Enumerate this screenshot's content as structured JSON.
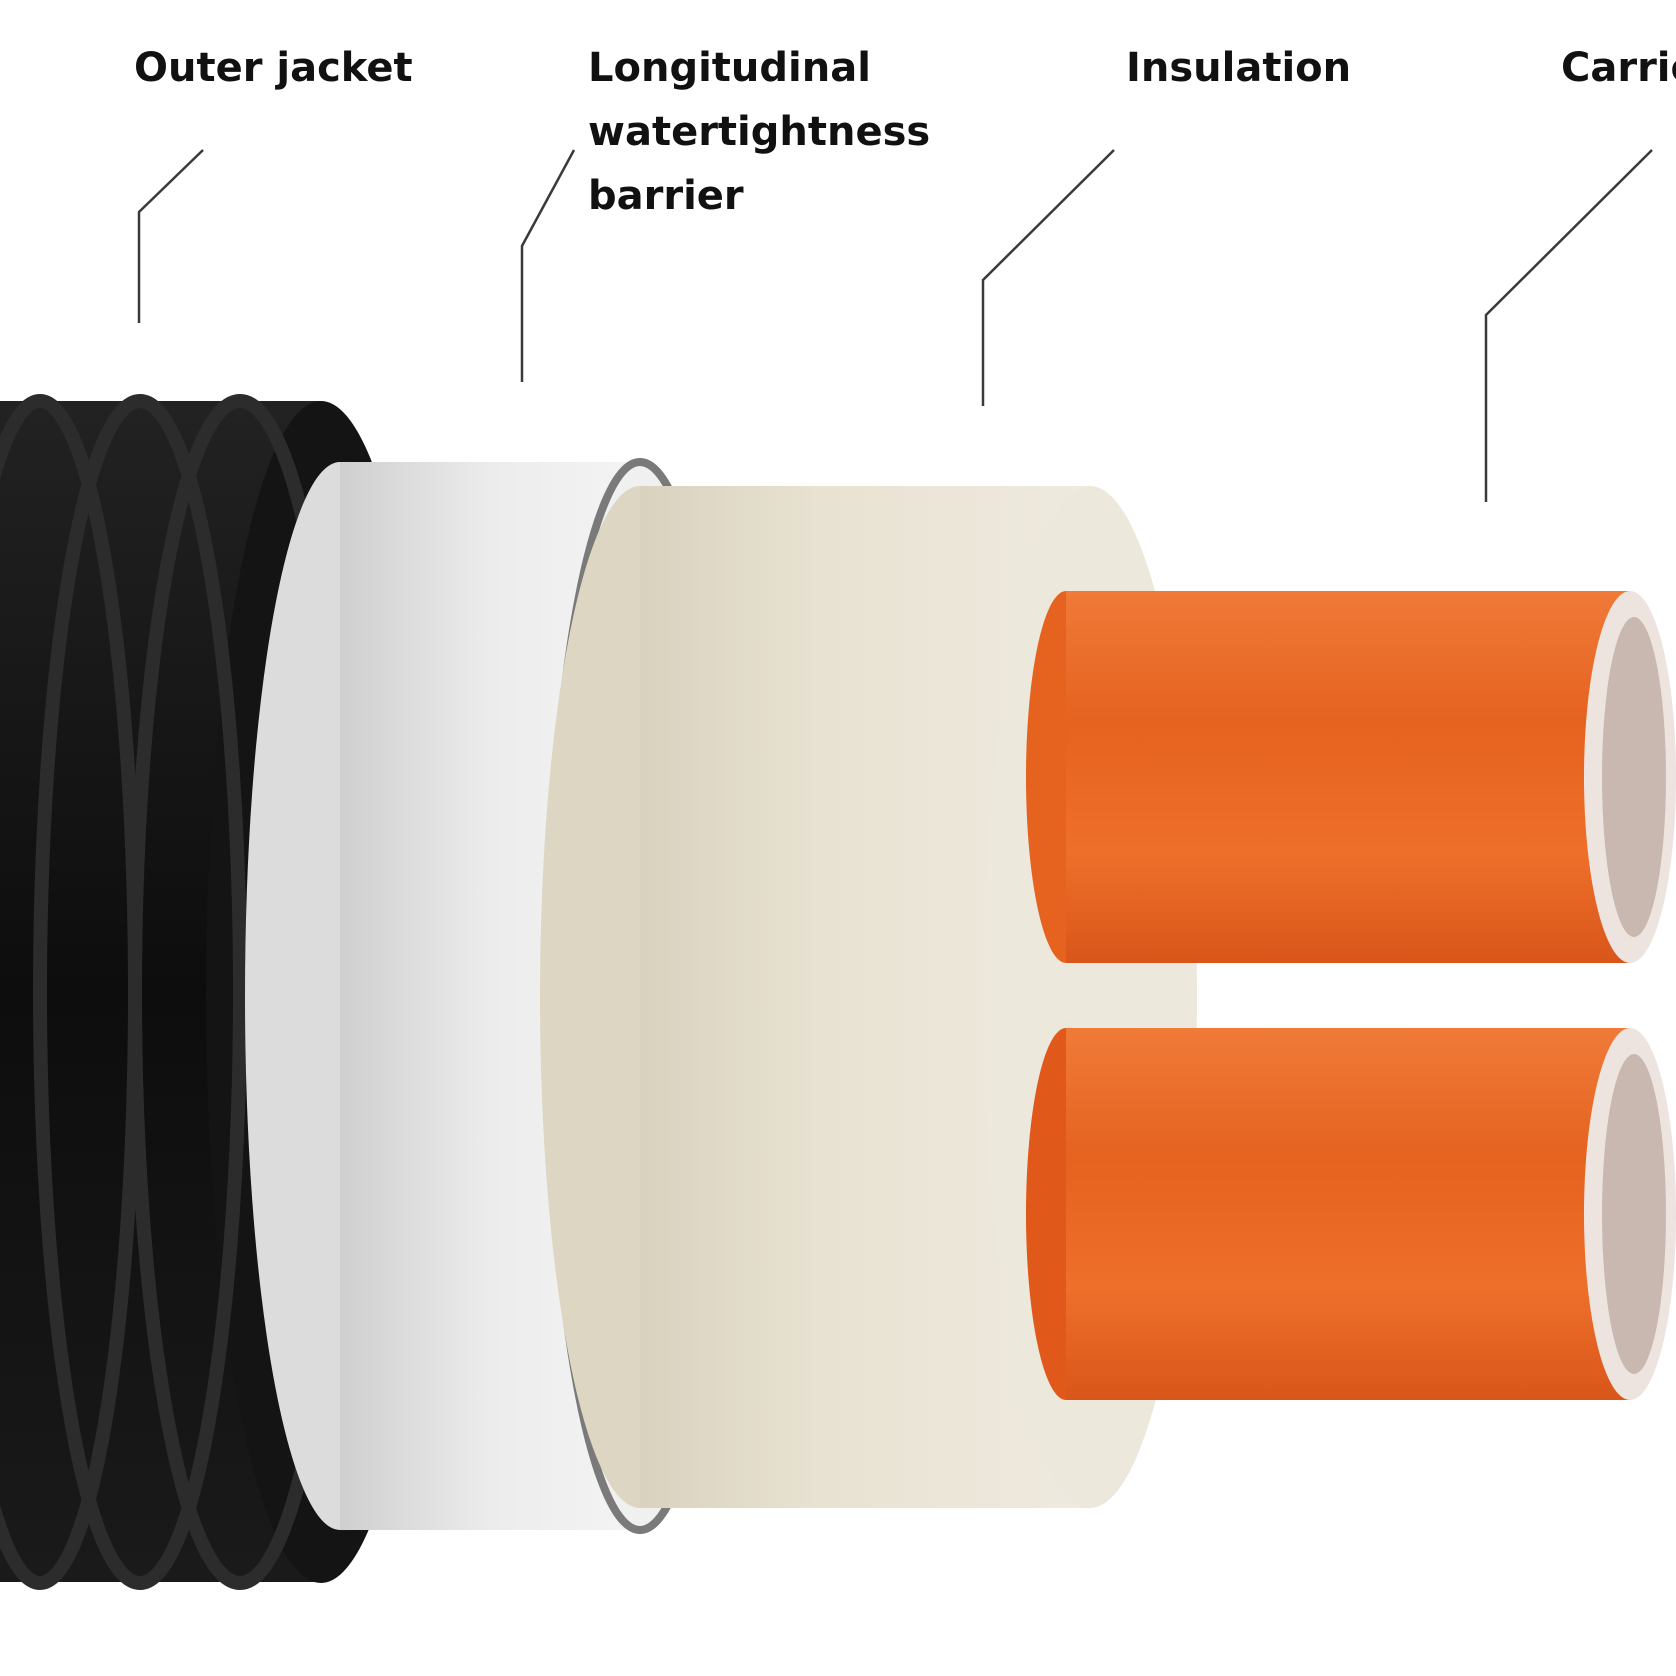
{
  "labels": {
    "outer_jacket": "Outer jacket",
    "barrier_line1": "Longitudinal",
    "barrier_line2": "watertightness",
    "barrier_line3": "barrier",
    "insulation": "Insulation",
    "carrier": "Carrier pipe"
  },
  "colors": {
    "outer_jacket": "#111111",
    "barrier": "#e6e6e6",
    "insulation": "#e8e2d2",
    "carrier_pipe": "#e8611f",
    "leader_line": "#3a3a3a"
  }
}
